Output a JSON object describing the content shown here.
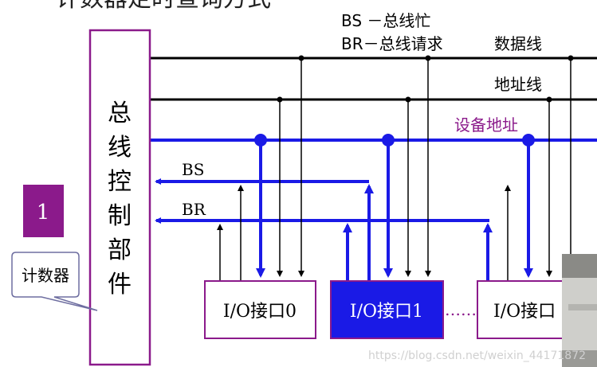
{
  "header": {
    "title_fragment": "计数器定时查询方式",
    "bs_legend": "BS －总线忙",
    "br_legend": "BR－总线请求"
  },
  "bus_labels": {
    "data_bus": "数据线",
    "address_bus": "地址线",
    "device_address": "设备地址",
    "bs": "BS",
    "br": "BR"
  },
  "controller": {
    "chars": [
      "总",
      "线",
      "控",
      "制",
      "部",
      "件"
    ]
  },
  "counter": {
    "value": "1",
    "callout": "计数器"
  },
  "interfaces": [
    {
      "label": "I/O接口0"
    },
    {
      "label": "I/O接口1"
    },
    {
      "label": "I/O接口"
    }
  ],
  "ellipsis": "……",
  "watermark": "https://blog.csdn.net/weixin_44171872",
  "colors": {
    "bus_blue": "#1a1ae6",
    "purple": "#8b1a8b",
    "counter_fill": "#8b1a8b",
    "active_fill": "#1a1ae6"
  }
}
